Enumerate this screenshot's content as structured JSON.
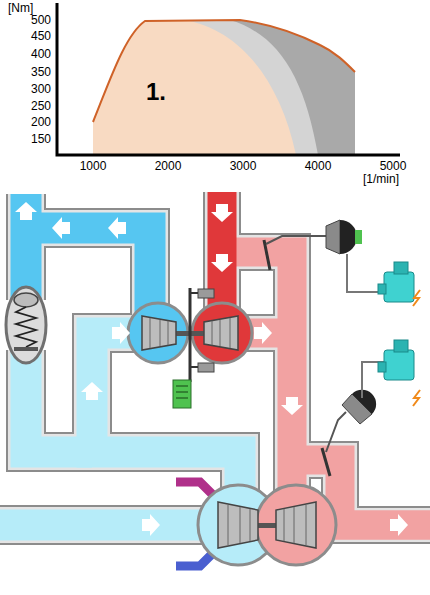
{
  "diagram": {
    "labels": [
      "[Nm]",
      "500",
      "450",
      "400",
      "350",
      "300",
      "250",
      "200",
      "150",
      "1000",
      "2000",
      "3000",
      "4000",
      "5000",
      "[1/min]",
      "1."
    ]
  }
}
